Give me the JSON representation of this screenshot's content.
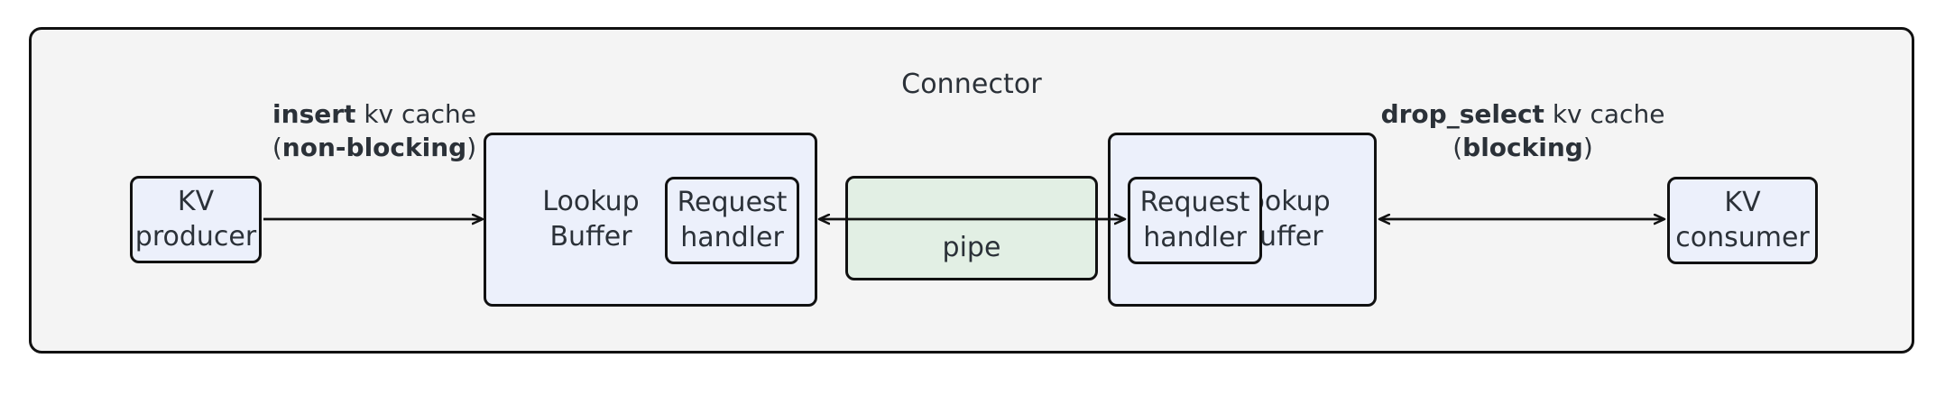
{
  "diagram": {
    "container": {
      "title": "Connector",
      "background_color": "#f4f4f4",
      "border_color": "#111111"
    },
    "colors": {
      "node_fill_blue": "#ecf0fb",
      "node_fill_green": "#e2efe4",
      "stroke": "#111111",
      "text": "#2b3138"
    },
    "nodes": {
      "kv_producer": "KV\nproducer",
      "lookup_buffer_left": "Lookup\nBuffer",
      "request_handler_left": "Request\nhandler",
      "pipe": "pipe",
      "request_handler_right": "Request\nhandler",
      "lookup_buffer_right": "Lookup\nBuffer",
      "kv_consumer": "KV\nconsumer"
    },
    "edges": {
      "insert": {
        "line1_bold": "insert",
        "line1_rest": " kv cache",
        "line2_open": "(",
        "line2_bold": "non-blocking",
        "line2_close": ")",
        "direction": "left-to-right"
      },
      "drop_select": {
        "line1_bold": "drop_select",
        "line1_rest": " kv cache",
        "line2_open": "(",
        "line2_bold": "blocking",
        "line2_close": ")",
        "direction": "bidirectional"
      },
      "pipe_edge": {
        "direction": "bidirectional"
      }
    }
  }
}
